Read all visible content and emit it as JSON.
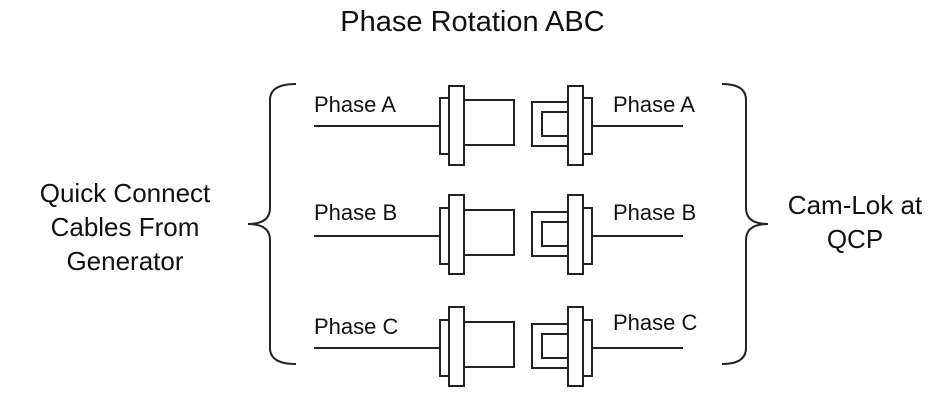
{
  "title": "Phase Rotation ABC",
  "left_group": {
    "lines": [
      "Quick Connect",
      "Cables From",
      "Generator"
    ]
  },
  "right_group": {
    "lines": [
      "Cam-Lok at",
      "QCP"
    ]
  },
  "rows": [
    {
      "left_label": "Phase A",
      "right_label": "Phase A"
    },
    {
      "left_label": "Phase B",
      "right_label": "Phase B"
    },
    {
      "left_label": "Phase C",
      "right_label": "Phase C"
    }
  ],
  "colors": {
    "line": "#222222",
    "text": "#111111",
    "background": "#ffffff"
  }
}
